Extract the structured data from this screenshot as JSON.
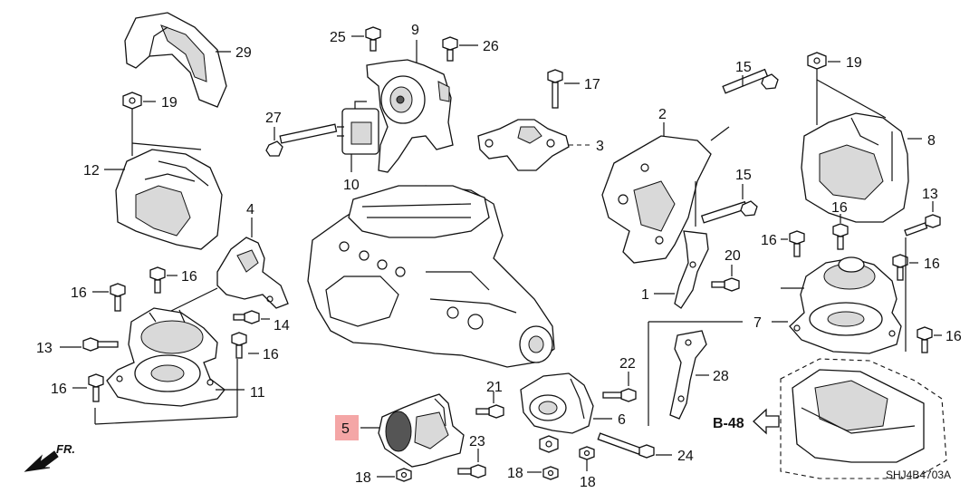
{
  "diagram": {
    "code": "SHJ4B4703A",
    "ref_button": "B-48",
    "direction_label": "FR.",
    "highlight_color": "#f4a6a6",
    "callouts": [
      "1",
      "2",
      "3",
      "4",
      "5",
      "6",
      "7",
      "8",
      "9",
      "10",
      "11",
      "12",
      "13",
      "13",
      "14",
      "15",
      "15",
      "16",
      "16",
      "16",
      "16",
      "16",
      "16",
      "16",
      "16",
      "17",
      "18",
      "18",
      "18",
      "19",
      "19",
      "20",
      "21",
      "22",
      "23",
      "24",
      "25",
      "26",
      "27",
      "28",
      "29"
    ],
    "highlighted_callout": "5"
  }
}
